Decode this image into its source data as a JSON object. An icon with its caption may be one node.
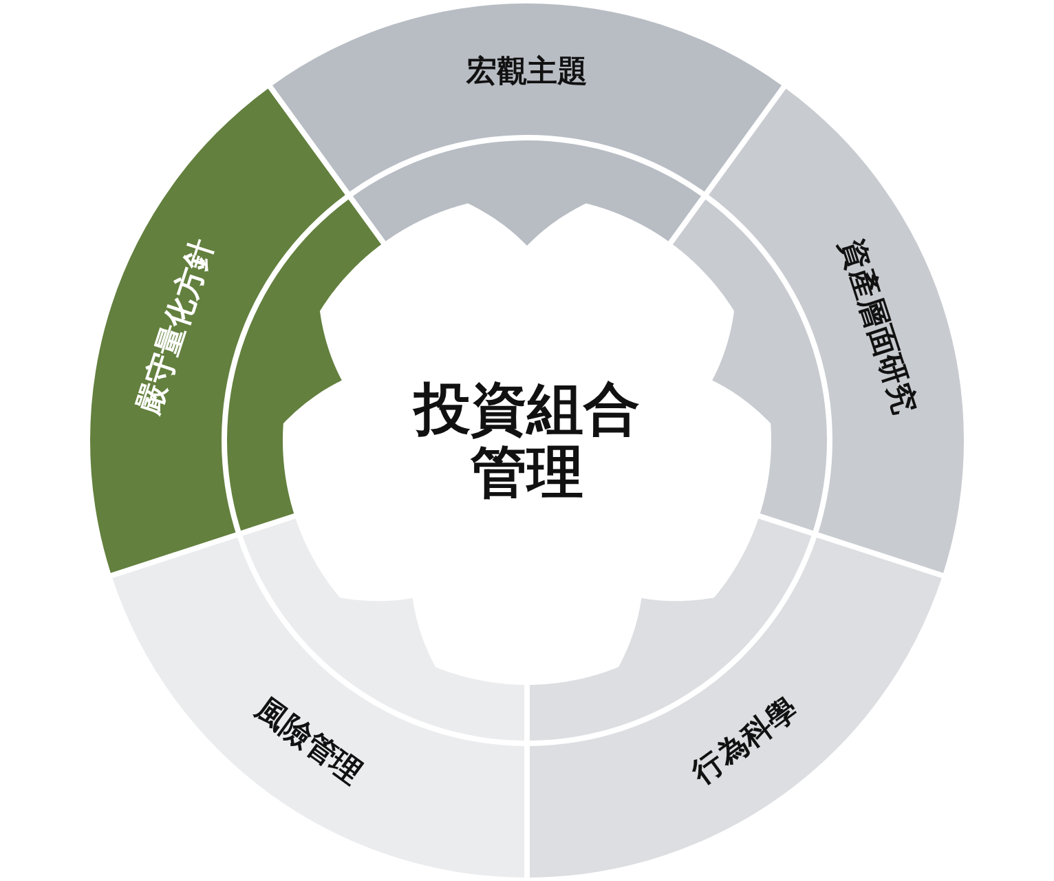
{
  "diagram": {
    "nodes": [
      {
        "text": [
          "投資組合管理"
        ]
      },
      {
        "text": [
          "宏觀主題"
        ]
      },
      {
        "text": [
          "資產層面研究"
        ]
      },
      {
        "text": [
          "行為科學"
        ]
      },
      {
        "text": [
          "風險管理"
        ]
      },
      {
        "text": [
          "嚴守量化方針"
        ]
      }
    ]
  }
}
